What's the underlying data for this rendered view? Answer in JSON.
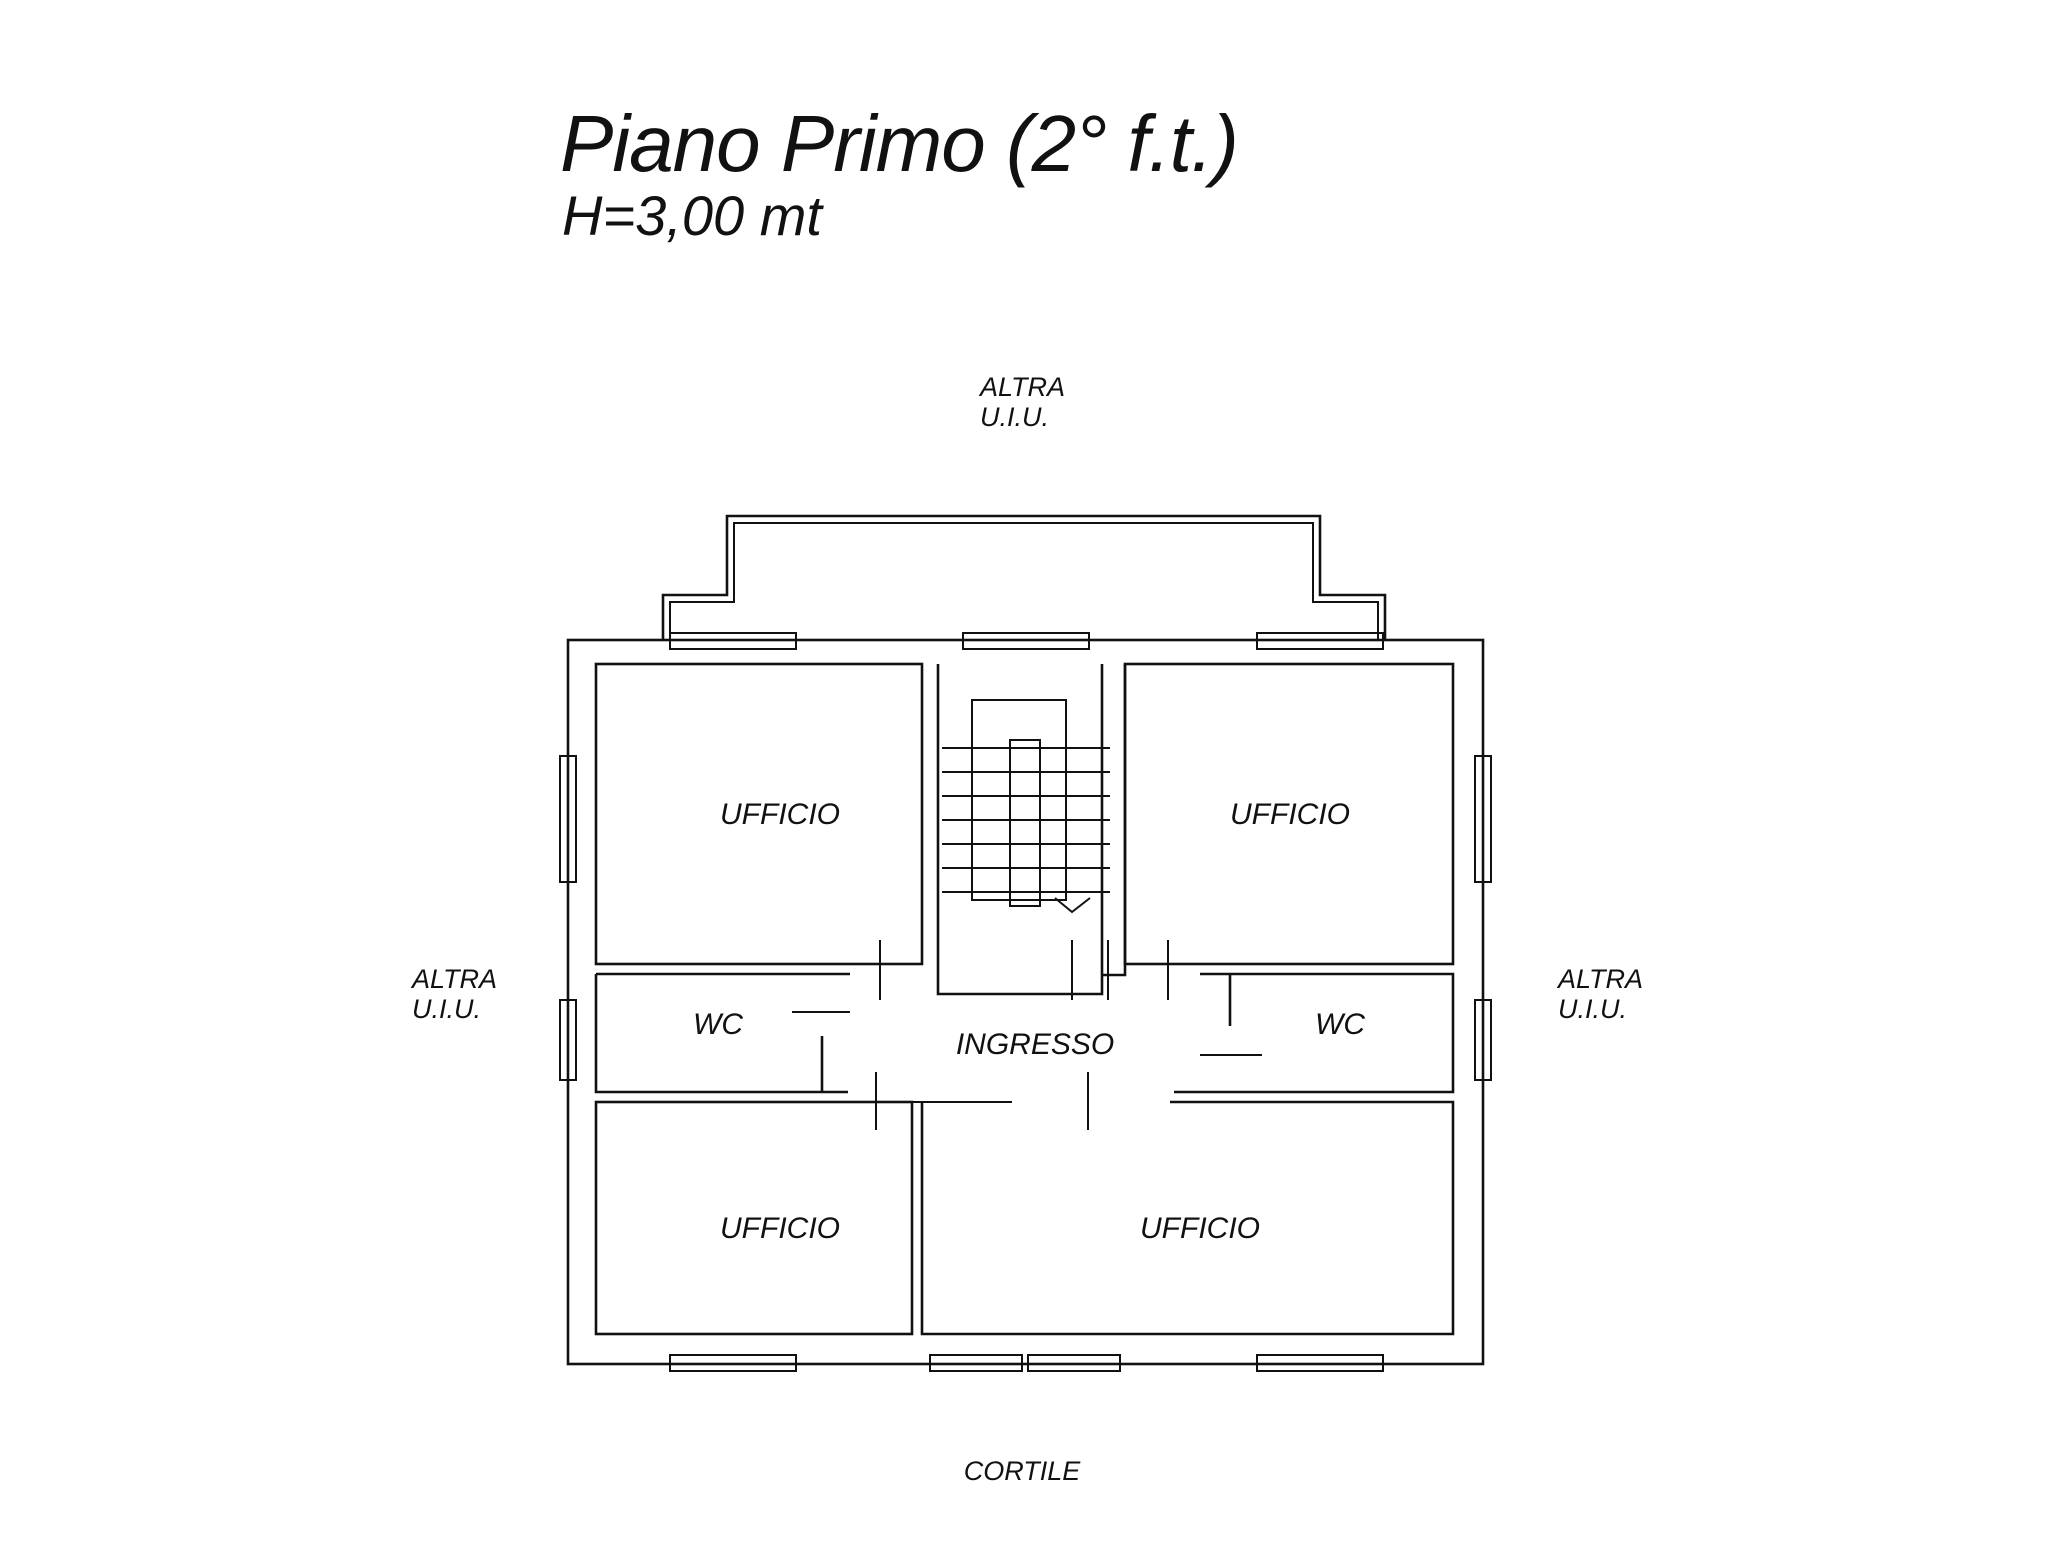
{
  "header": {
    "title": "Piano Primo (2° f.t.)",
    "subtitle": "H=3,00 mt"
  },
  "surroundings": {
    "top": [
      "ALTRA",
      "U.I.U."
    ],
    "left": [
      "ALTRA",
      "U.I.U."
    ],
    "right": [
      "ALTRA",
      "U.I.U."
    ],
    "bottom": "CORTILE"
  },
  "rooms": {
    "office_top_left": "UFFICIO",
    "office_top_right": "UFFICIO",
    "office_bottom_left": "UFFICIO",
    "office_bottom_right": "UFFICIO",
    "wc_left": "WC",
    "wc_right": "WC",
    "entrance": "INGRESSO"
  }
}
